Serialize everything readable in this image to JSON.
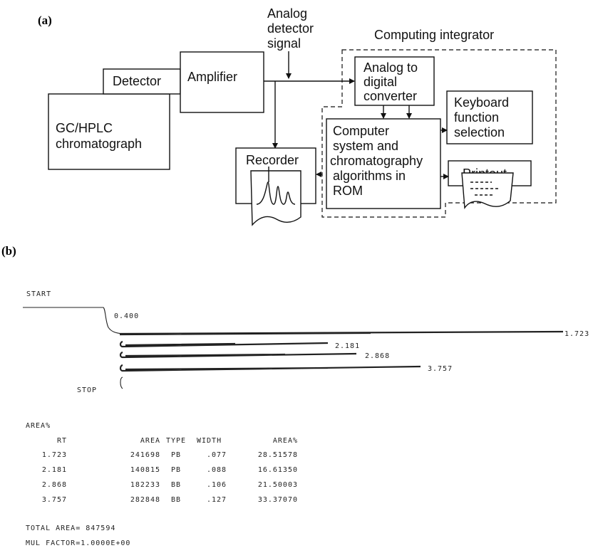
{
  "panel_a": {
    "label": "(a)",
    "analog_signal": [
      "Analog",
      "detector",
      "signal"
    ],
    "computing_integrator": "Computing integrator",
    "detector": "Detector",
    "amplifier": "Amplifier",
    "gc": [
      "GC/HPLC",
      "chromatograph"
    ],
    "adc": [
      "Analog to",
      "digital",
      "converter"
    ],
    "keyboard": [
      "Keyboard",
      "function",
      "selection"
    ],
    "computer": [
      "Computer",
      "system and",
      "chromatography",
      "algorithms in",
      "ROM"
    ],
    "recorder": "Recorder",
    "printout": "Printout"
  },
  "panel_b": {
    "label": "(b)",
    "start": "START",
    "stop": "STOP",
    "time_labels": [
      "0.400",
      "1.723",
      "2.181",
      "2.868",
      "3.757"
    ],
    "report": {
      "heading": "AREA%",
      "columns": [
        "RT",
        "AREA",
        "TYPE",
        "WIDTH",
        "AREA%"
      ],
      "rows": [
        [
          "1.723",
          "241698",
          "PB",
          ".077",
          "28.51578"
        ],
        [
          "2.181",
          "140815",
          "PB",
          ".088",
          "16.61350"
        ],
        [
          "2.868",
          "182233",
          "BB",
          ".106",
          "21.50003"
        ],
        [
          "3.757",
          "282848",
          "BB",
          ".127",
          "33.37070"
        ]
      ],
      "total": "TOTAL AREA= 847594",
      "mul_factor": "MUL FACTOR=1.0000E+00"
    }
  }
}
